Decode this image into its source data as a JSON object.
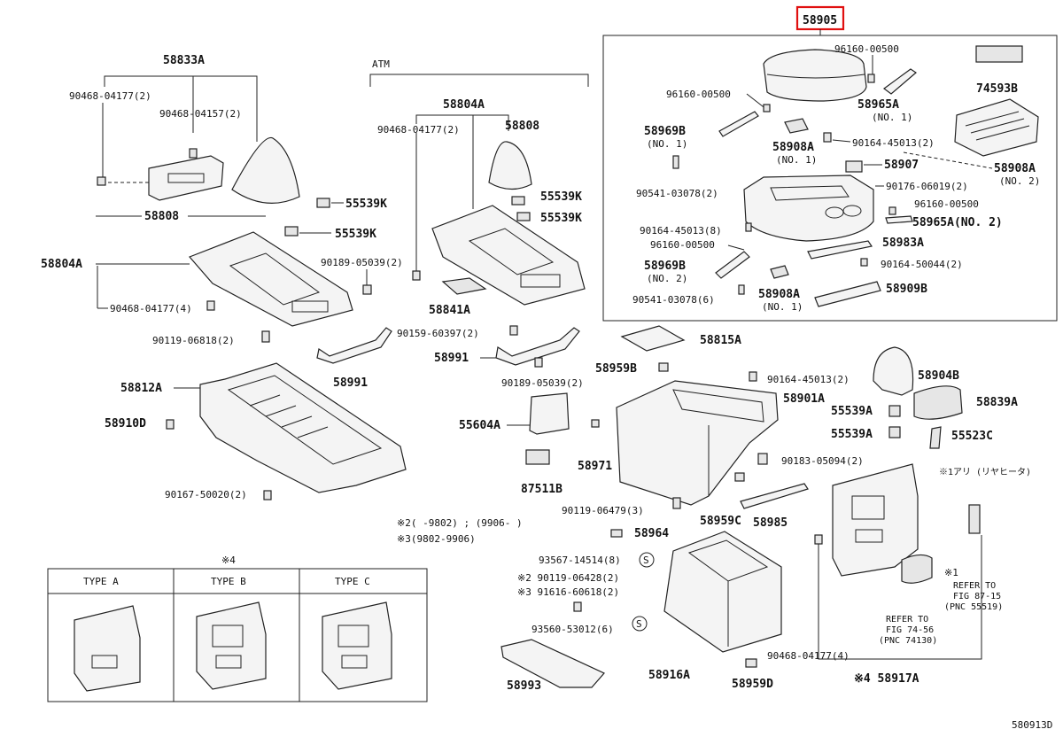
{
  "diagram": {
    "highlighted_part": "58905",
    "figure_code": "580913D",
    "group_label_atm": "ATM",
    "labels": {
      "p58905": "58905",
      "p96160_00500_a": "96160-00500",
      "p74593B": "74593B",
      "p96160_00500_b": "96160-00500",
      "p58965A_1": "58965A",
      "p58965A_1_no": "(NO. 1)",
      "p58969B_1": "58969B",
      "p58969B_1_no": "(NO. 1)",
      "p58908A_1": "58908A",
      "p58908A_1_no": "(NO. 1)",
      "p90164_45013_a": "90164-45013(2)",
      "p58908A_2": "58908A",
      "p58908A_2_no": "(NO. 2)",
      "p58907": "58907",
      "p90541_03078_a": "90541-03078(2)",
      "p90176_06019": "90176-06019(2)",
      "p96160_00500_c": "96160-00500",
      "p90164_45013_b": "90164-45013(8)",
      "p58965A_2": "58965A(NO. 2)",
      "p96160_00500_d": "96160-00500",
      "p58983A": "58983A",
      "p58969B_2": "58969B",
      "p58969B_2_no": "(NO. 2)",
      "p90164_50044": "90164-50044(2)",
      "p90541_03078_b": "90541-03078(6)",
      "p58908A_3": "58908A",
      "p58908A_3_no": "(NO. 1)",
      "p58909B": "58909B",
      "p58833A": "58833A",
      "p90468_04177_a": "90468-04177(2)",
      "p90468_04157": "90468-04157(2)",
      "p58808_a": "58808",
      "p55539K_a": "55539K",
      "p55539K_b": "55539K",
      "p58804A_a": "58804A",
      "p90189_05039_a": "90189-05039(2)",
      "p90468_04177_b": "90468-04177(4)",
      "p58804A_b": "58804A",
      "p90468_04177_c": "90468-04177(2)",
      "p58808_b": "58808",
      "p55539K_c": "55539K",
      "p55539K_d": "55539K",
      "p58841A": "58841A",
      "p90119_06818": "90119-06818(2)",
      "p90159_60397": "90159-60397(2)",
      "p58991_a": "58991",
      "p58991_b": "58991",
      "p58815A": "58815A",
      "p58812A": "58812A",
      "p58959B": "58959B",
      "p90189_05039_b": "90189-05039(2)",
      "p90164_45013_c": "90164-45013(2)",
      "p58904B": "58904B",
      "p58901A": "58901A",
      "p58839A": "58839A",
      "p58910D": "58910D",
      "p55604A": "55604A",
      "p55539A_a": "55539A",
      "p55539A_b": "55539A",
      "p55523C": "55523C",
      "p58971": "58971",
      "p90183_05094": "90183-05094(2)",
      "p87511B": "87511B",
      "note_rear_heater": "※1アリ (リヤヒータ)",
      "p90167_50020": "90167-50020(2)",
      "p90119_06479": "90119-06479(3)",
      "p58959C": "58959C",
      "p58985": "58985",
      "note2": "※2(      -9802) ; (9906-      )",
      "note3": "※3(9802-9906)",
      "p58964": "58964",
      "p93567_14514": "93567-14514(8)",
      "p90119_06428": "※2 90119-06428(2)",
      "p91616_60618": "※3 91616-60618(2)",
      "p93560_53012": "93560-53012(6)",
      "ref1_mark": "※1",
      "ref1_l1": "REFER TO",
      "ref1_l2": "FIG 87-15",
      "ref1_l3": "(PNC 55519)",
      "ref2_l1": "REFER TO",
      "ref2_l2": "FIG 74-56",
      "ref2_l3": "(PNC 74130)",
      "p90468_04177_d": "90468-04177(4)",
      "p58917A": "※4 58917A",
      "p58993": "58993",
      "p58916A": "58916A",
      "p58959D": "58959D",
      "types_header": "※4",
      "type_a": "TYPE A",
      "type_b": "TYPE B",
      "type_c": "TYPE C"
    },
    "stamp_symbol": "S",
    "highlight_color": "#e01010"
  }
}
